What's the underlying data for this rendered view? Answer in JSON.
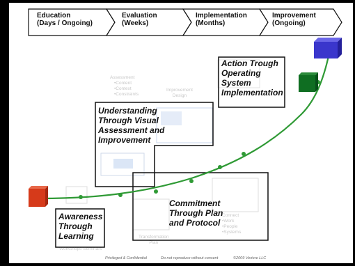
{
  "phases": [
    {
      "line1": "Education",
      "line2": "(Days / Ongoing)"
    },
    {
      "line1": "Evaluation",
      "line2": "(Weeks)"
    },
    {
      "line1": "Implementation",
      "line2": "(Months)"
    },
    {
      "line1": "Improvement",
      "line2": "(Ongoing)"
    }
  ],
  "stages": {
    "awareness": {
      "l1": "Awareness",
      "l2": "Through",
      "l3": "Learning"
    },
    "understanding": {
      "l1": "Understanding",
      "l2": "Through Visual",
      "l3": "Assessment and",
      "l4": "Improvement"
    },
    "commitment": {
      "l1": "Commitment",
      "l2": "Through Plan",
      "l3": "and Protocol"
    },
    "action": {
      "l1": "Action Trough",
      "l2": "Operating",
      "l3": "System",
      "l4": "Implementation"
    }
  },
  "faint_text": {
    "assessment": "Assessment",
    "content": "•Content",
    "context": "•Context",
    "constraints": "•Constraints",
    "improvement_design_1": "Improvement",
    "improvement_design_2": "Design",
    "workshops": "Workshops Seminars",
    "transformation_1": "Transformation",
    "transformation_2": "Plan",
    "connect": "Connect",
    "work": "•Work",
    "people": "•People",
    "systems": "•Systems"
  },
  "footer": {
    "left": "Privileged & Confidential",
    "mid": "Do not reproduce without consent",
    "right": "©2009 Vertere LLC"
  },
  "colors": {
    "start_block": "#d63a1a",
    "mid_block": "#0f6e22",
    "end_block": "#3a36cc",
    "curve": "#2f9a35",
    "pointer": "#000000"
  }
}
